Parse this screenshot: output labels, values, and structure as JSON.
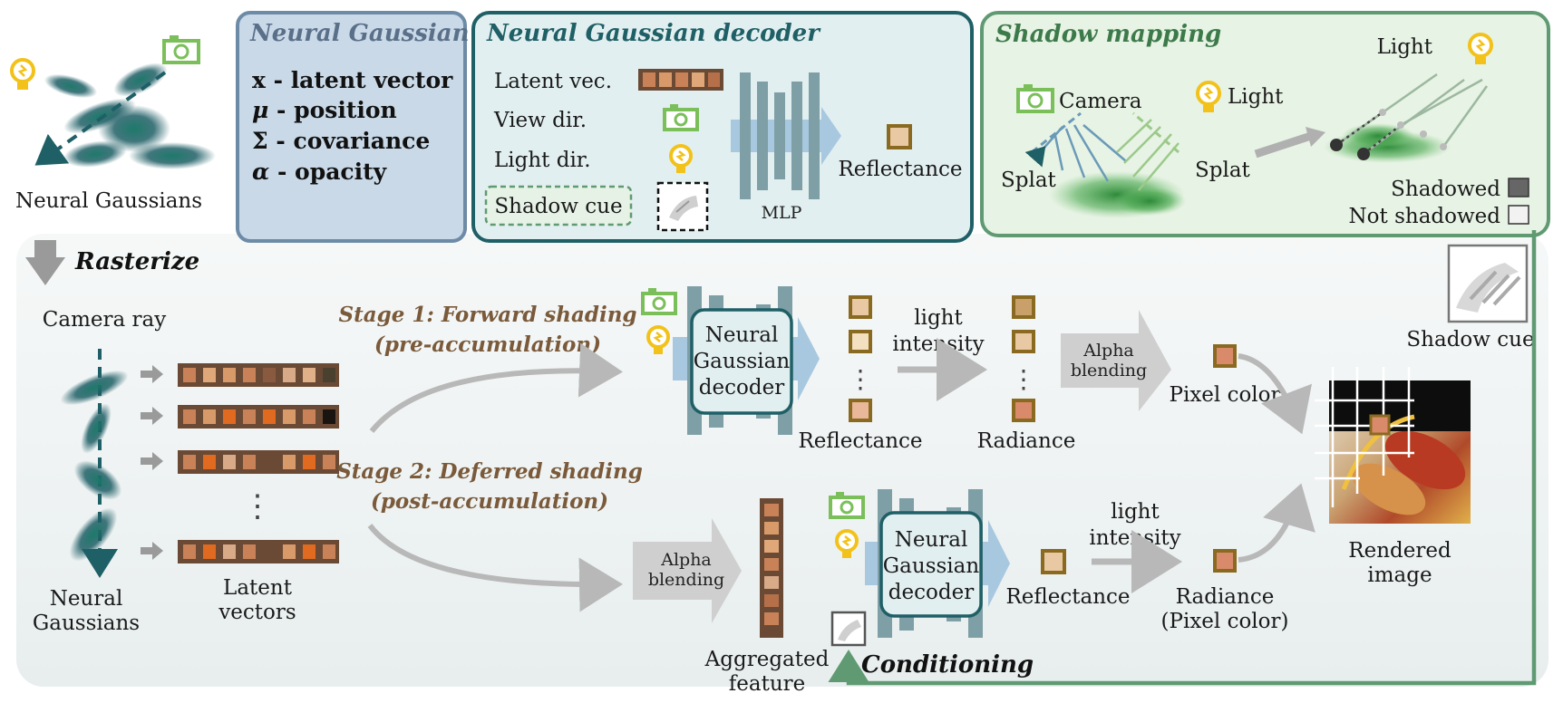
{
  "top_left": {
    "caption": "Neural Gaussians"
  },
  "neural_gaussian_box": {
    "title": "Neural Gaussian",
    "items": [
      {
        "symbol": "x",
        "desc": " - latent vector"
      },
      {
        "symbol": "μ",
        "desc": " - position"
      },
      {
        "symbol": "Σ",
        "desc": " - covariance"
      },
      {
        "symbol": "α",
        "desc": " - opacity"
      }
    ]
  },
  "decoder_box": {
    "title": "Neural Gaussian decoder",
    "inputs": [
      "Latent vec.",
      "View dir.",
      "Light dir.",
      "Shadow cue"
    ],
    "mlp_label": "MLP",
    "output_label": "Reflectance"
  },
  "shadow_box": {
    "title": "Shadow mapping",
    "camera_label": "Camera",
    "light_label": "Light",
    "light_label_right": "Light",
    "splat_left": "Splat",
    "splat_right": "Splat",
    "legend": [
      {
        "label": "Shadowed",
        "color": "#666666"
      },
      {
        "label": "Not shadowed",
        "color": "#f2f2f2"
      }
    ]
  },
  "pipeline": {
    "rasterize": "Rasterize",
    "camera_ray": "Camera ray",
    "neural_gaussians": [
      "Neural",
      "Gaussians"
    ],
    "latent_vectors": [
      "Latent",
      "vectors"
    ],
    "dots": "⋮",
    "stage1": [
      "Stage 1: Forward shading",
      "(pre-accumulation)"
    ],
    "stage2": [
      "Stage 2: Deferred shading",
      "(post-accumulation)"
    ],
    "decoder_label": [
      "Neural",
      "Gaussian",
      "decoder"
    ],
    "reflectance": "Reflectance",
    "light_intensity": [
      "light",
      "intensity"
    ],
    "radiance": "Radiance",
    "alpha_blending": [
      "Alpha",
      "blending"
    ],
    "pixel_color": "Pixel color",
    "shadow_cue": "Shadow cue",
    "rendered_image": [
      "Rendered",
      "image"
    ],
    "aggregated_feature": [
      "Aggregated",
      "feature"
    ],
    "conditioning": "Conditioning",
    "radiance_pixel": [
      "Radiance",
      "(Pixel color)"
    ]
  },
  "colors": {
    "gaussian_teal": "#1f5f66",
    "camera_green": "#7bbf5a",
    "bulb_yellow": "#f2c21a",
    "ng_box_fill": "#c9d9e8",
    "ng_box_stroke": "#6d8ba6",
    "dec_box_stroke": "#1f5f66",
    "shadow_box_stroke": "#5f9a72",
    "stage_text": "#7a5a3a",
    "arrow_gray": "#b8b8b8"
  }
}
